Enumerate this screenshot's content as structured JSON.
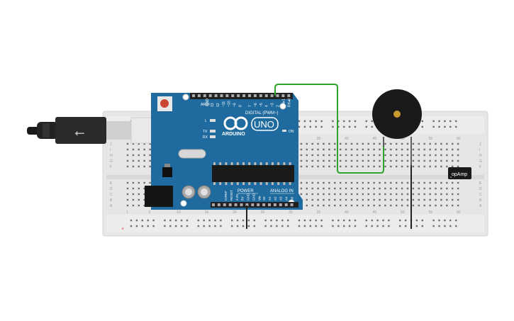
{
  "arduino": {
    "brand": "ARDUINO",
    "model": "UNO",
    "digital_label": "DIGITAL (PWM~)",
    "power_label": "POWER",
    "analog_label": "ANALOG IN",
    "on_label": "ON",
    "led_l": "L",
    "led_tx": "TX",
    "led_rx": "RX",
    "aref": "AREF",
    "gnd": "GND",
    "digital_pins": [
      "13",
      "12",
      "~11",
      "~10",
      "~9",
      "8",
      "7",
      "~6",
      "~5",
      "4",
      "~3",
      "2",
      "TX▸1",
      "RX◂0"
    ],
    "power_pins": [
      "IOREF",
      "RESET",
      "3.3V",
      "5V",
      "GND",
      "GND",
      "Vin"
    ],
    "analog_pins": [
      "A0",
      "A1",
      "A2",
      "A3",
      "A4",
      "A5"
    ]
  },
  "breadboard": {
    "row_letters_top": [
      "J",
      "I",
      "H",
      "G",
      "F"
    ],
    "row_letters_bottom": [
      "E",
      "D",
      "C",
      "B",
      "A"
    ],
    "column_numbers": [
      "1",
      "5",
      "10",
      "15",
      "20",
      "25",
      "30",
      "35",
      "40",
      "45",
      "50",
      "55",
      "60"
    ]
  },
  "opamp": {
    "label": "opAmp"
  },
  "colors": {
    "board": "#1f6a9e",
    "breadboard": "#e6e6e6",
    "wire_green": "#2ea32e",
    "wire_black": "#222222",
    "buzzer": "#1a1a1a",
    "buzzer_center": "#c99a2e"
  }
}
